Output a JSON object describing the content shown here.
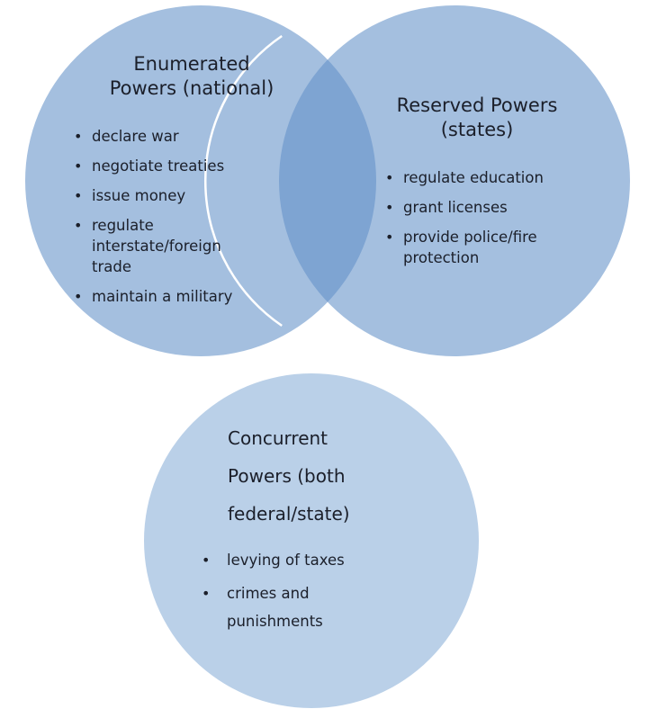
{
  "colors": {
    "circle_fill": "#a4bfdf",
    "overlap_fill": "#7ea4d2",
    "bottom_circle_fill": "#bad0e8",
    "divider_stroke": "#ffffff",
    "text": "#1b1f2a"
  },
  "enumerated": {
    "title_line1": "Enumerated",
    "title_line2": "Powers (national)",
    "items": [
      "declare war",
      "negotiate treaties",
      "issue money",
      "regulate interstate/foreign trade",
      "maintain a military"
    ]
  },
  "reserved": {
    "title_line1": "Reserved Powers",
    "title_line2": "(states)",
    "items": [
      "regulate education",
      "grant licenses",
      "provide police/fire protection"
    ]
  },
  "concurrent": {
    "title_line1": "Concurrent",
    "title_line2": "Powers (both",
    "title_line3": "federal/state)",
    "items": [
      "levying of taxes",
      "crimes and punishments"
    ]
  }
}
